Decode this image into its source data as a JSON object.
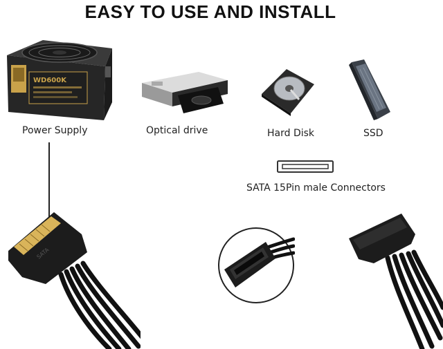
{
  "title": "EASY TO USE AND INSTALL",
  "devices": {
    "power_supply": {
      "label": "Power Supply",
      "model_text": "WD600K"
    },
    "optical_drive": {
      "label": "Optical drive"
    },
    "hard_disk": {
      "label": "Hard Disk"
    },
    "ssd": {
      "label": "SSD"
    }
  },
  "connector": {
    "label": "SATA 15Pin male Connectors",
    "plug_text": "SATA"
  },
  "colors": {
    "cable": "#111111",
    "psu_body": "#2a2a2a",
    "psu_panel": "#c9a24a",
    "ssd_body": "#4a5260",
    "connector_pins": "#d9b45a"
  }
}
